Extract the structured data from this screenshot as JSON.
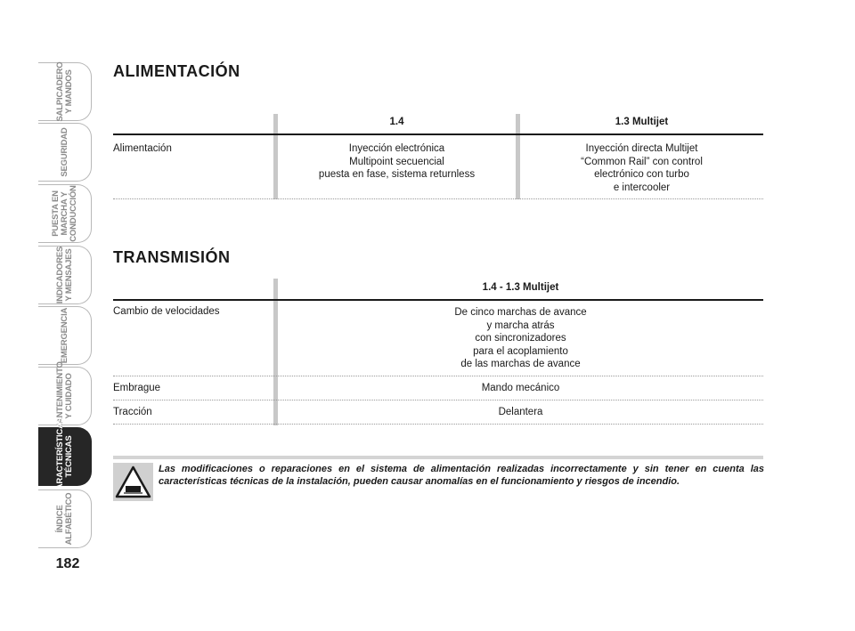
{
  "side_tabs": [
    {
      "label": "SALPICADERO\nY MANDOS",
      "active": false
    },
    {
      "label": "SEGURIDAD",
      "active": false
    },
    {
      "label": "PUESTA EN\nMARCHA Y\nCONDUCCIÓN",
      "active": false
    },
    {
      "label": "INDICADORES\nY MENSAJES",
      "active": false
    },
    {
      "label": "EMERGENCIA",
      "active": false
    },
    {
      "label": "MANTENIMIENTO\nY CUIDADO",
      "active": false
    },
    {
      "label": "CARACTERÍSTICAS\nTÉCNICAS",
      "active": true
    },
    {
      "label": "ÍNDICE\nALFABÉTICO",
      "active": false
    }
  ],
  "page_number": "182",
  "alimentacion": {
    "title": "ALIMENTACIÓN",
    "columns": [
      "1.4",
      "1.3 Multijet"
    ],
    "row_label": "Alimentación",
    "cells": [
      "Inyección electrónica\nMultipoint secuencial\npuesta en fase, sistema returnless",
      "Inyección directa Multijet\n“Common Rail” con control\nelectrónico con turbo\ne intercooler"
    ]
  },
  "transmision": {
    "title": "TRANSMISIÓN",
    "column": "1.4 - 1.3 Multijet",
    "rows": [
      {
        "label": "Cambio de velocidades",
        "value": "De cinco marchas de avance\ny marcha atrás\ncon sincronizadores\npara el acoplamiento\nde las marchas de avance"
      },
      {
        "label": "Embrague",
        "value": "Mando mecánico"
      },
      {
        "label": "Tracción",
        "value": "Delantera"
      }
    ]
  },
  "warning": {
    "icon": "warning-triangle-icon",
    "text": "Las modificaciones o reparaciones en el sistema de alimentación realizadas incorrectamente y sin tener en cuenta las características técnicas de la instalación, pueden causar anomalías en el funcionamiento y riesgos de incendio."
  }
}
